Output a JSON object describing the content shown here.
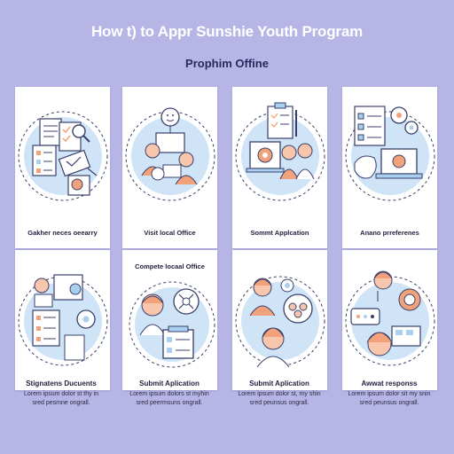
{
  "page": {
    "title": "How t) to Appr Sunshie Youth Program",
    "subtitle": "Prophim Offine"
  },
  "cards": [
    {
      "label": "Gakher neces oeearry",
      "icon": "documents-checklist-magnifier-icon"
    },
    {
      "label": "Visit local Office",
      "icon": "office-visit-people-icon"
    },
    {
      "label": "Sommt Applcation",
      "icon": "application-clipboard-people-icon"
    },
    {
      "label": "Anano prreferenes",
      "icon": "preferences-laptop-gears-icon"
    },
    {
      "label": "",
      "icon": "gather-documents-gear-icon"
    },
    {
      "label": "Compete locaal Office",
      "icon": "support-agent-form-icon"
    },
    {
      "label": "",
      "icon": "people-chat-icon"
    },
    {
      "label": "",
      "icon": "await-response-avatar-icon"
    }
  ],
  "descriptions": [
    {
      "heading": "Stignatens Ducuents",
      "line1": "Lorem ipsum dolor st thy in",
      "line2": "sred pesmne ongrall."
    },
    {
      "heading": "Submit Aplication",
      "line1": "Lorem ipsum dolors st myhin",
      "line2": "sred peermsuns ongrall."
    },
    {
      "heading": "Submit Aplication",
      "line1": "Lorem ipsum dolor st, my shin",
      "line2": "sred peunsus ongrall."
    },
    {
      "heading": "Awwat responss",
      "line1": "Lorem ipsum dolor sit my snin",
      "line2": "sred peunsus ongrall."
    }
  ],
  "colors": {
    "background": "#b7b5e6",
    "accent_blue": "#a9d0ee",
    "accent_orange": "#f1a27a",
    "line": "#3a3f6b"
  }
}
